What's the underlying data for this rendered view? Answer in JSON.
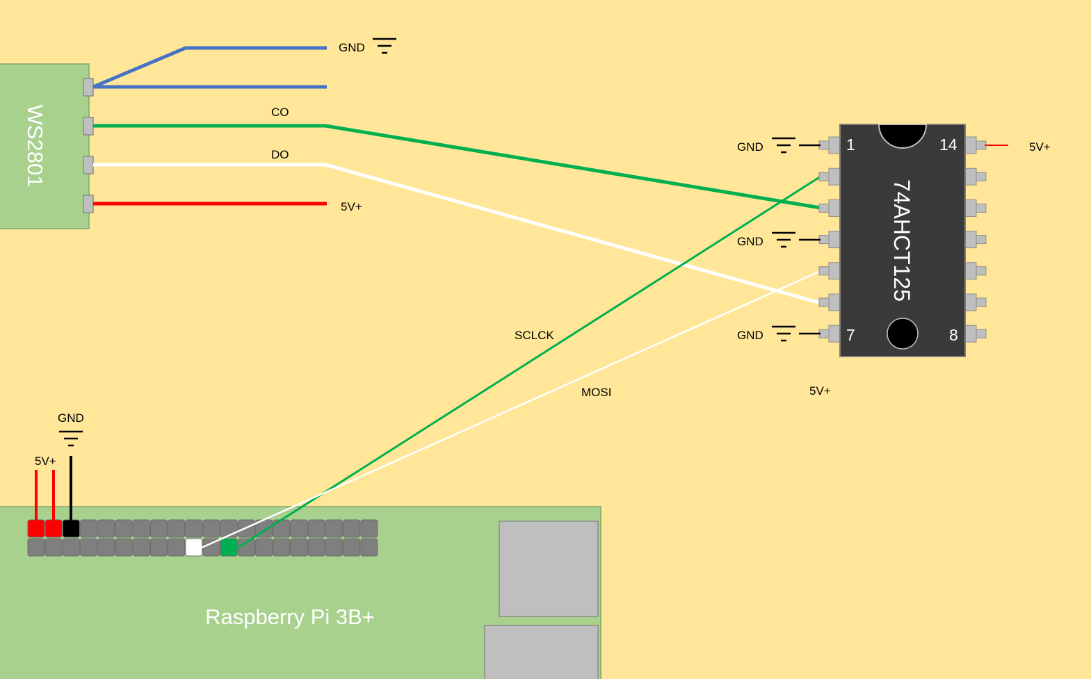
{
  "ws2801": {
    "title": "WS2801",
    "labels": {
      "gnd": "GND",
      "co": "CO",
      "do": "DO",
      "vcc": "5V+"
    }
  },
  "ic": {
    "title": "74AHCT125",
    "pin1": "1",
    "pin7": "7",
    "pin8": "8",
    "pin14": "14",
    "labels": {
      "gnd1": "GND",
      "gnd2": "GND",
      "gnd3": "GND",
      "vcc_right": "5V+",
      "vcc_below": "5V+"
    }
  },
  "signals": {
    "sclck": "SCLCK",
    "mosi": "MOSI"
  },
  "rpi": {
    "title": "Raspberry Pi 3B+",
    "labels": {
      "gnd": "GND",
      "vcc": "5V+"
    }
  },
  "colors": {
    "background": "#FFE699",
    "board_green": "#A9D18E",
    "ground_wire": "#4472C4",
    "clock_wire": "#00B050",
    "data_wire": "#FFFFFF",
    "power_wire": "#FF0000",
    "ic_body": "#3A3A3A"
  }
}
